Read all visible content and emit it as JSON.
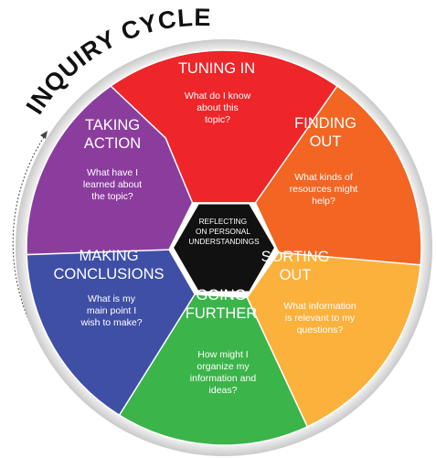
{
  "title": "INQUIRY CYCLE",
  "center": {
    "lines": [
      "REFLECTING",
      "ON PERSONAL",
      "UNDERSTANDINGS"
    ],
    "fill": "#111111"
  },
  "segments": [
    {
      "id": "tuning-in",
      "color": "#ee2529",
      "heading": [
        "TUNING IN"
      ],
      "question": [
        "What do I know",
        "about this",
        "topic?"
      ]
    },
    {
      "id": "finding-out",
      "color": "#f26522",
      "heading": [
        "FINDING",
        "OUT"
      ],
      "question": [
        "What kinds of",
        "resources might",
        "help?"
      ]
    },
    {
      "id": "sorting-out",
      "color": "#fbb13c",
      "heading": [
        "SORTING",
        "OUT"
      ],
      "question": [
        "What information",
        "is relevant to my",
        "questions?"
      ]
    },
    {
      "id": "going-further",
      "color": "#3bb44a",
      "heading": [
        "GOING",
        "FURTHER"
      ],
      "question": [
        "How might I",
        "organize my",
        "information and",
        "ideas?"
      ]
    },
    {
      "id": "making-conclusions",
      "color": "#3f4fa6",
      "heading": [
        "MAKING",
        "CONCLUSIONS"
      ],
      "question": [
        "What is my",
        "main point I",
        "wish to make?"
      ]
    },
    {
      "id": "taking-action",
      "color": "#8b3d9e",
      "heading": [
        "TAKING",
        "ACTION"
      ],
      "question": [
        "What have I",
        "learned about",
        "the topic?"
      ]
    }
  ]
}
